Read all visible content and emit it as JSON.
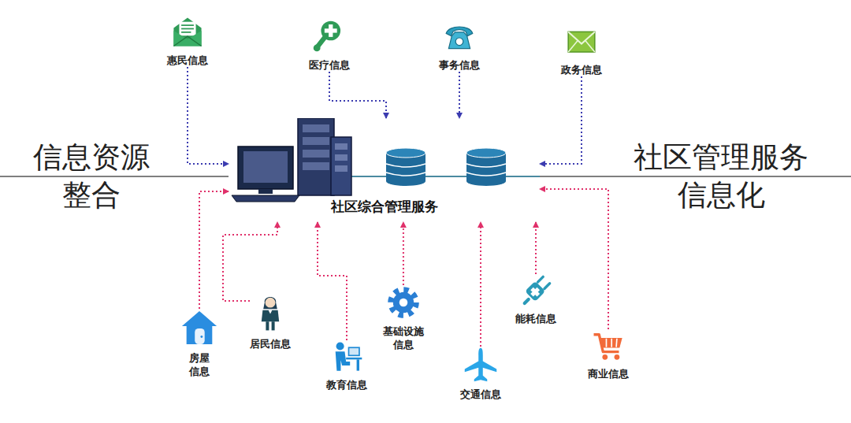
{
  "diagram": {
    "nodes": [
      {
        "text": [
          "惠民信息"
        ]
      },
      {
        "text": [
          "医疗信息"
        ]
      },
      {
        "text": [
          "事务信息"
        ]
      },
      {
        "text": [
          "政务信息"
        ]
      },
      {
        "text": [
          "社区综合管理服务"
        ]
      },
      {
        "text": [
          "房屋 信息"
        ]
      },
      {
        "text": [
          "居民信息"
        ]
      },
      {
        "text": [
          "教育信息"
        ]
      },
      {
        "text": [
          "基础设施 信息"
        ]
      },
      {
        "text": [
          "交通信息"
        ]
      },
      {
        "text": [
          "能耗信息"
        ]
      },
      {
        "text": [
          "商业信息"
        ]
      }
    ],
    "edges": [
      {
        "from": 0,
        "to": 4,
        "arrow": "to"
      },
      {
        "from": 1,
        "to": 4,
        "arrow": "to"
      },
      {
        "from": 2,
        "to": 4,
        "arrow": "to"
      },
      {
        "from": 3,
        "to": 4,
        "arrow": "to"
      },
      {
        "from": 5,
        "to": 4,
        "arrow": "to"
      },
      {
        "from": 6,
        "to": 4,
        "arrow": "to"
      },
      {
        "from": 7,
        "to": 4,
        "arrow": "to"
      },
      {
        "from": 8,
        "to": 4,
        "arrow": "to"
      },
      {
        "from": 9,
        "to": 4,
        "arrow": "to"
      },
      {
        "from": 10,
        "to": 4,
        "arrow": "to"
      },
      {
        "from": 11,
        "to": 4,
        "arrow": "to"
      }
    ],
    "labels": [
      "信息资源 整合",
      "社区管理服务 信息化"
    ]
  }
}
